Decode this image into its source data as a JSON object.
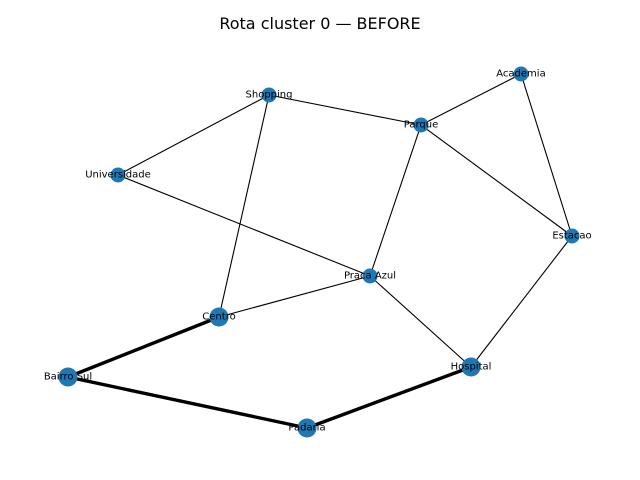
{
  "title": "Rota cluster 0 — BEFORE",
  "colors": {
    "node": "#1f77b4",
    "edge": "#000000",
    "background": "#ffffff"
  },
  "graph": {
    "nodes": [
      {
        "id": "shopping",
        "label": "Shopping",
        "emphasis": "normal"
      },
      {
        "id": "academia",
        "label": "Academia",
        "emphasis": "normal"
      },
      {
        "id": "parque",
        "label": "Parque",
        "emphasis": "normal"
      },
      {
        "id": "universidade",
        "label": "Universidade",
        "emphasis": "normal"
      },
      {
        "id": "estacao",
        "label": "Estacao",
        "emphasis": "normal"
      },
      {
        "id": "praca-azul",
        "label": "Praca Azul",
        "emphasis": "normal"
      },
      {
        "id": "centro",
        "label": "Centro",
        "emphasis": "route"
      },
      {
        "id": "bairro-sul",
        "label": "Bairro Sul",
        "emphasis": "route"
      },
      {
        "id": "hospital",
        "label": "Hospital",
        "emphasis": "route"
      },
      {
        "id": "padaria",
        "label": "Padaria",
        "emphasis": "route"
      }
    ],
    "edges": [
      {
        "from": "shopping",
        "to": "universidade",
        "route": false
      },
      {
        "from": "shopping",
        "to": "parque",
        "route": false
      },
      {
        "from": "shopping",
        "to": "centro",
        "route": false
      },
      {
        "from": "academia",
        "to": "parque",
        "route": false
      },
      {
        "from": "academia",
        "to": "estacao",
        "route": false
      },
      {
        "from": "parque",
        "to": "estacao",
        "route": false
      },
      {
        "from": "parque",
        "to": "praca-azul",
        "route": false
      },
      {
        "from": "universidade",
        "to": "praca-azul",
        "route": false
      },
      {
        "from": "praca-azul",
        "to": "centro",
        "route": false
      },
      {
        "from": "praca-azul",
        "to": "hospital",
        "route": false
      },
      {
        "from": "estacao",
        "to": "hospital",
        "route": false
      },
      {
        "from": "centro",
        "to": "bairro-sul",
        "route": true
      },
      {
        "from": "bairro-sul",
        "to": "padaria",
        "route": true
      },
      {
        "from": "padaria",
        "to": "hospital",
        "route": true
      }
    ]
  }
}
